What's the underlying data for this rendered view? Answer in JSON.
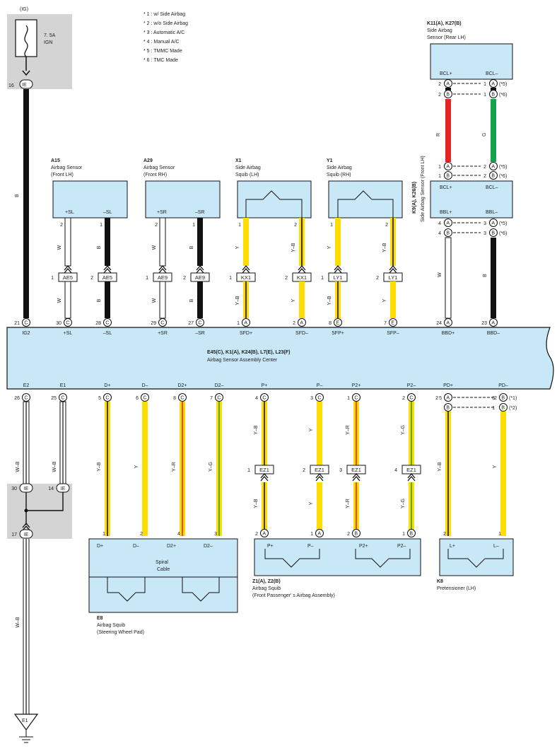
{
  "notes": [
    "* 1 : w/ Side Airbag",
    "* 2 : w/o Side Airbag",
    "* 3 : Automatic A/C",
    "* 4 : Manual A/C",
    "* 5 : TMMC Made",
    "* 6 : TMC Made"
  ],
  "colors": {
    "box_fill": "#c9e8f7",
    "grey_fill": "#d4d4d4",
    "yellow": "#ffdd00",
    "red": "#e52521",
    "green": "#14a34a",
    "black": "#111111"
  },
  "fuse": {
    "ig_label": "(IG)",
    "rating": "7. 5A",
    "name": "IGN",
    "pin": "16",
    "conn": "IE",
    "wire": "B"
  },
  "components": {
    "a15": {
      "code": "A15",
      "name": "Airbag Sensor",
      "sub": "(Front LH)",
      "t1": "+SL",
      "t2": "–SL"
    },
    "a29": {
      "code": "A29",
      "name": "Airbag Sensor",
      "sub": "(Front RH)",
      "t1": "+SR",
      "t2": "–SR"
    },
    "x1": {
      "code": "X1",
      "name": "Side Airbag",
      "name2": "Squib (LH)"
    },
    "y1": {
      "code": "Y1",
      "name": "Side Airbag",
      "name2": "Squib (RH)"
    },
    "k11": {
      "code": "K11(A), K27(B)",
      "name": "Side Airbag",
      "sub": "Sensor (Rear LH)",
      "t1": "BCL+",
      "t2": "BCL–"
    },
    "k9": {
      "code": "K9(A), K26(B)",
      "name": "Side Airbag Sensor (Front LH)",
      "t1": "BCL+",
      "t2": "BCL–",
      "t3": "BBL+",
      "t4": "BBL–"
    },
    "e8": {
      "code": "E8",
      "name": "Airbag Squib",
      "sub": "(Steering Wheel Pad)",
      "inner": "Spiral",
      "inner2": "Cable",
      "t1": "D+",
      "t2": "D–",
      "t3": "D2+",
      "t4": "D2–"
    },
    "z1": {
      "code": "Z1(A), Z2(B)",
      "name": "Airbag Squib",
      "sub": "(Front Passenger' s Airbag Assembly)",
      "t1": "P+",
      "t2": "P–",
      "t3": "P2+",
      "t4": "P2–"
    },
    "k8": {
      "code": "K8",
      "name": "Pretensioner (LH)",
      "t1": "L+",
      "t2": "L–"
    }
  },
  "center": {
    "code": "E45(C), K1(A), K24(B), L7(E), L23(F)",
    "name": "Airbag Sensor Assembly Center",
    "top_terms": [
      "IG2",
      "+SL",
      "–SL",
      "+SR",
      "–SR",
      "SFD+",
      "SFD–",
      "SFP+",
      "SFP–",
      "BBD+",
      "BBD–"
    ],
    "top_pins": [
      "21",
      "30",
      "28",
      "29",
      "27",
      "1",
      "2",
      "8",
      "7",
      "24",
      "23"
    ],
    "top_conn": [
      "C",
      "C",
      "C",
      "C",
      "C",
      "A",
      "A",
      "E",
      "E",
      "A",
      "A"
    ],
    "bot_terms": [
      "E2",
      "E1",
      "D+",
      "D–",
      "D2+",
      "D2–",
      "P+",
      "P–",
      "P2+",
      "P2–",
      "PD+",
      "PD–"
    ],
    "bot_pins": [
      "26",
      "25",
      "5",
      "6",
      "8",
      "7",
      "4",
      "3",
      "1",
      "2",
      "5",
      "2"
    ],
    "bot_conn": [
      "C",
      "C",
      "C",
      "C",
      "C",
      "C",
      "C",
      "C",
      "C",
      "C",
      "A",
      "B"
    ]
  },
  "junctions": {
    "ae5": "AE5",
    "ae9": "AE9",
    "kx1": "KX1",
    "ly1": "LY1",
    "ez1": "EZ1",
    "ie": "IE",
    "pins_ie": [
      "30",
      "14",
      "17"
    ]
  },
  "wires": {
    "w": "W",
    "b": "B",
    "y": "Y",
    "yb": "Y–B",
    "yr": "Y–R",
    "yg": "Y–G",
    "wb": "W–B",
    "r": "R",
    "g": "G"
  },
  "ground": {
    "label": "E1"
  },
  "markers": {
    "n1": "(*1)",
    "n2": "(*2)",
    "n5": "(*5)",
    "n6": "(*6)"
  }
}
